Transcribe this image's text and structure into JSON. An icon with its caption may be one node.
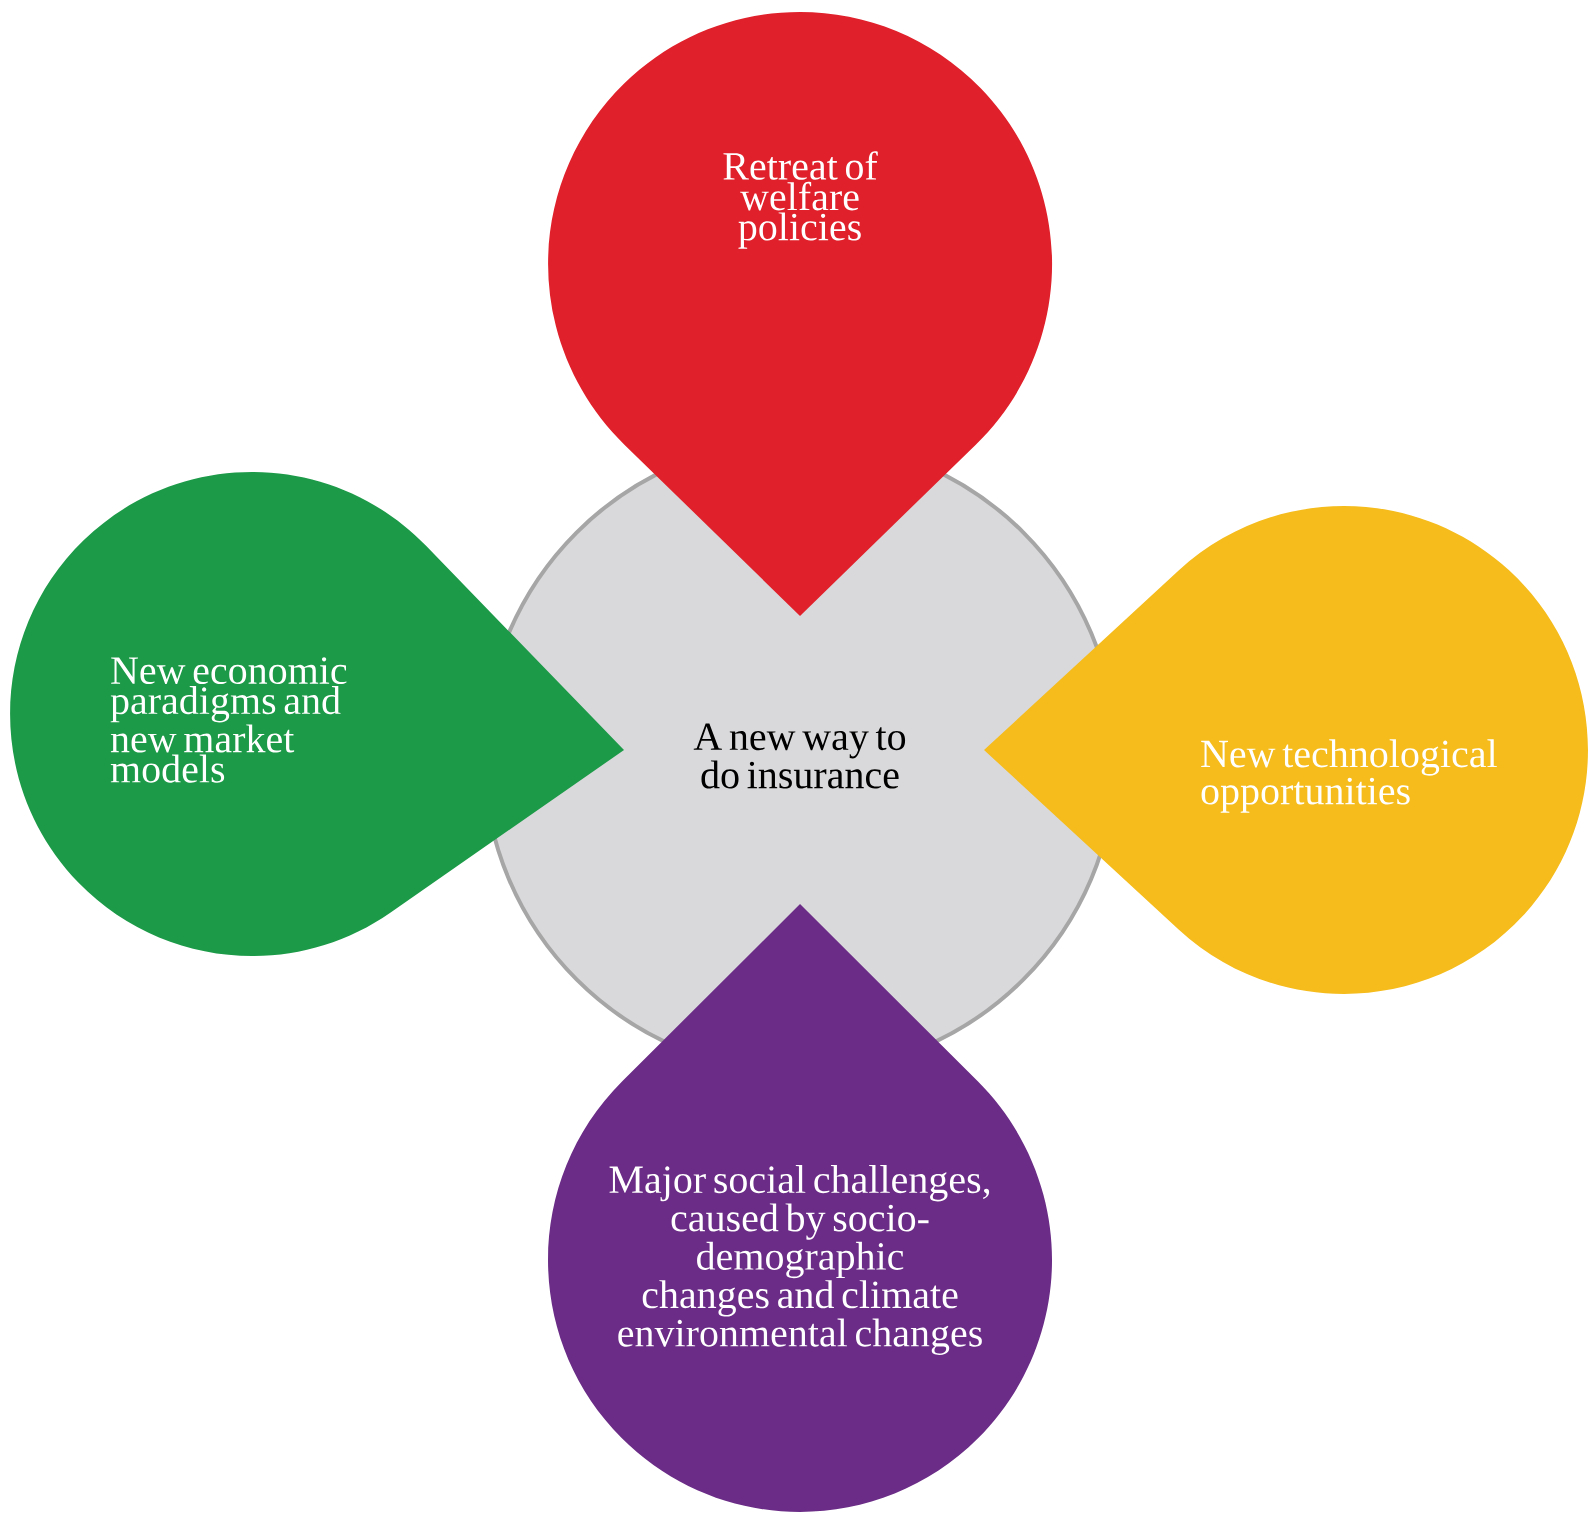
{
  "diagram": {
    "nodes": [
      {
        "text": [
          "A new way to do insurance"
        ]
      },
      {
        "text": [
          "Retreat of welfare policies"
        ]
      },
      {
        "text": [
          "New economic paradigms and new market models"
        ]
      },
      {
        "text": [
          "New technological opportunities"
        ]
      },
      {
        "text": [
          "Major social challenges, caused by socio-demographic changes and climate environmental changes"
        ]
      }
    ]
  }
}
